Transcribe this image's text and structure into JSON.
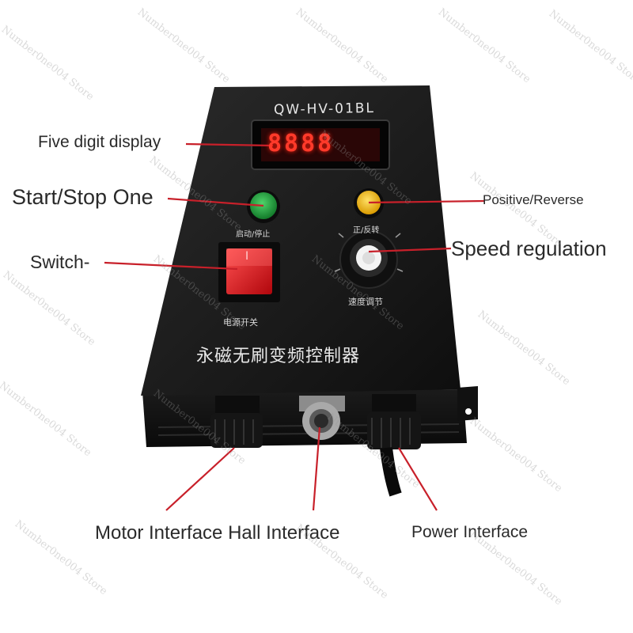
{
  "image": {
    "model_label": "QW-HV-01BL",
    "display_readout": "8888",
    "panel_title_cn": "永磁无刷变频控制器",
    "start_stop_cn": "启动/停止",
    "direction_cn": "正/反转",
    "speed_cn": "速度调节",
    "power_switch_cn": "电源开关",
    "switch_symbol": "I"
  },
  "callouts": {
    "five_digit_display": "Five digit display",
    "start_stop": "Start/Stop One",
    "positive_reverse": "Positive/Reverse",
    "switch": "Switch-",
    "speed_regulation": "Speed regulation",
    "motor_hall_interface": "Motor Interface Hall Interface",
    "power_interface": "Power Interface"
  },
  "watermark": "Number0ne004 Store",
  "colors": {
    "callout_line": "#c8202a",
    "enclosure": "#1c1c1c",
    "start_button": "#1f9a3a",
    "direction_button": "#f2b705",
    "power_switch": "#e0191f",
    "display_led": "#ff3a2a"
  }
}
